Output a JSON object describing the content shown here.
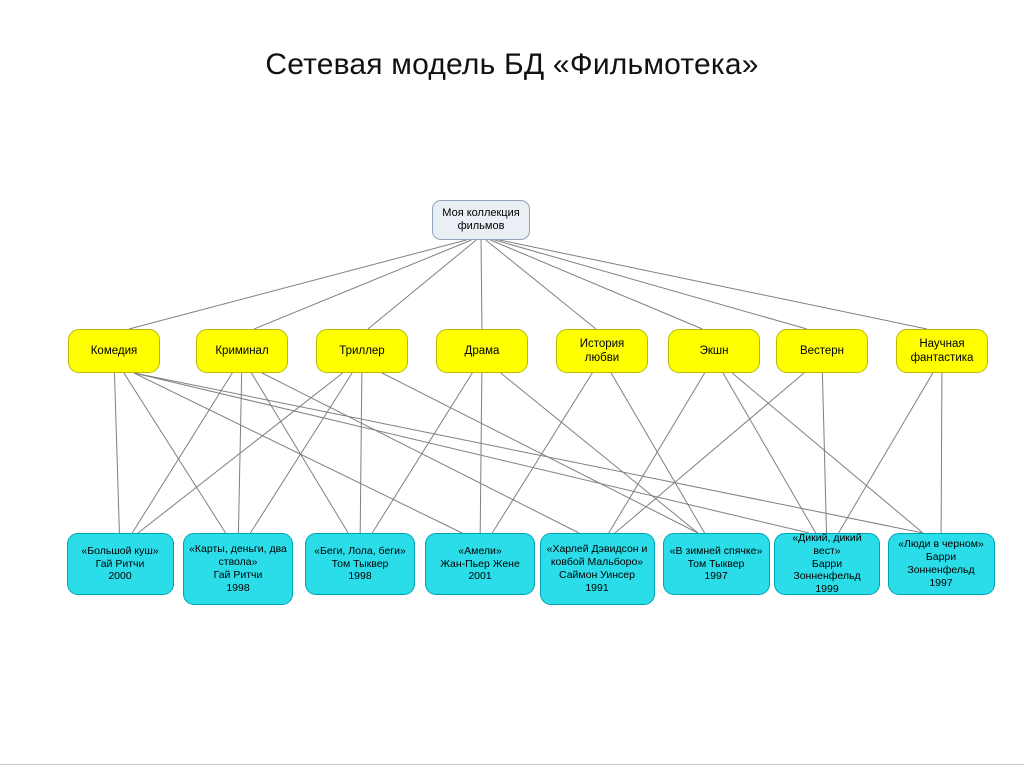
{
  "title": "Сетевая модель БД «Фильмотека»",
  "colors": {
    "root_fill": "#eaeff6",
    "root_border": "#93a4bc",
    "genre_fill": "#ffff00",
    "genre_border": "#b9b900",
    "film_fill": "#2bdde8",
    "film_border": "#00a2b4",
    "edge": "#808080",
    "title_text": "#111111"
  },
  "diagram": {
    "root": {
      "id": "collection",
      "label": "Моя коллекция фильмов"
    },
    "genres": [
      {
        "id": "comedy",
        "label": "Комедия"
      },
      {
        "id": "crime",
        "label": "Криминал"
      },
      {
        "id": "thriller",
        "label": "Триллер"
      },
      {
        "id": "drama",
        "label": "Драма"
      },
      {
        "id": "love",
        "label": "История любви"
      },
      {
        "id": "action",
        "label": "Экшн"
      },
      {
        "id": "western",
        "label": "Вестерн"
      },
      {
        "id": "scifi",
        "label": "Научная фантастика"
      }
    ],
    "films": [
      {
        "id": "snatch",
        "title": "«Большой куш»",
        "director": "Гай Ритчи",
        "year": "2000"
      },
      {
        "id": "cards",
        "title": "«Карты, деньги, два ствола»",
        "director": "Гай Ритчи",
        "year": "1998"
      },
      {
        "id": "lola",
        "title": "«Беги, Лола, беги»",
        "director": "Том Тыквер",
        "year": "1998"
      },
      {
        "id": "amelie",
        "title": "«Амели»",
        "director": "Жан-Пьер Жене",
        "year": "2001"
      },
      {
        "id": "harley",
        "title": "«Харлей Дэвидсон и ковбой Мальборо»",
        "director": "Саймон Уинсер",
        "year": "1991"
      },
      {
        "id": "winter",
        "title": "«В зимней спячке»",
        "director": "Том Тыквер",
        "year": "1997"
      },
      {
        "id": "wildwest",
        "title": "«Дикий, дикий вест»",
        "director": "Барри Зонненфельд",
        "year": "1999"
      },
      {
        "id": "mib",
        "title": "«Люди в черном»",
        "director": "Барри Зонненфельд",
        "year": "1997"
      }
    ],
    "edges_root_to_genres": [
      "comedy",
      "crime",
      "thriller",
      "drama",
      "love",
      "action",
      "western",
      "scifi"
    ],
    "edges_genre_to_film": [
      [
        "comedy",
        "snatch"
      ],
      [
        "comedy",
        "cards"
      ],
      [
        "comedy",
        "amelie"
      ],
      [
        "comedy",
        "wildwest"
      ],
      [
        "comedy",
        "mib"
      ],
      [
        "crime",
        "snatch"
      ],
      [
        "crime",
        "cards"
      ],
      [
        "crime",
        "lola"
      ],
      [
        "crime",
        "harley"
      ],
      [
        "thriller",
        "snatch"
      ],
      [
        "thriller",
        "cards"
      ],
      [
        "thriller",
        "lola"
      ],
      [
        "thriller",
        "winter"
      ],
      [
        "drama",
        "lola"
      ],
      [
        "drama",
        "amelie"
      ],
      [
        "drama",
        "winter"
      ],
      [
        "love",
        "amelie"
      ],
      [
        "love",
        "winter"
      ],
      [
        "action",
        "harley"
      ],
      [
        "action",
        "wildwest"
      ],
      [
        "action",
        "mib"
      ],
      [
        "western",
        "harley"
      ],
      [
        "western",
        "wildwest"
      ],
      [
        "scifi",
        "wildwest"
      ],
      [
        "scifi",
        "mib"
      ]
    ]
  }
}
